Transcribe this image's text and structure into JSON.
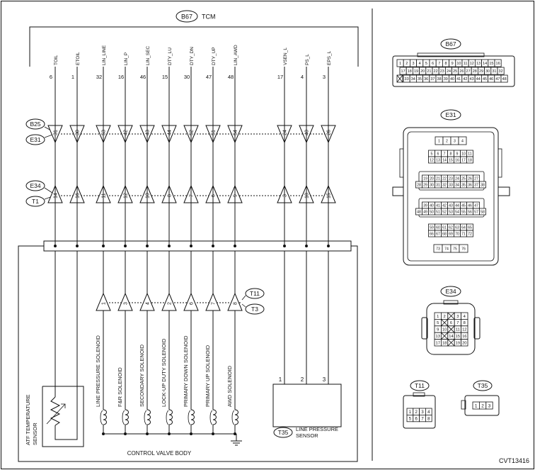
{
  "tcm": {
    "connector": "B67",
    "title": "TCM",
    "pins": [
      {
        "signal": "TOIL",
        "pin": "6",
        "b25": "31",
        "t1": "14"
      },
      {
        "signal": "ETOIL",
        "pin": "1",
        "b25": "30",
        "t1": "16"
      },
      {
        "signal": "LIN_LINE",
        "pin": "32",
        "b25": "53",
        "t1": "11"
      },
      {
        "signal": "LIN_P",
        "pin": "16",
        "b25": "42",
        "t1": "12"
      },
      {
        "signal": "LIN_SEC",
        "pin": "46",
        "b25": "43",
        "t1": "10"
      },
      {
        "signal": "DTY_LU",
        "pin": "15",
        "b25": "44",
        "t1": "8"
      },
      {
        "signal": "DTY_DN",
        "pin": "30",
        "b25": "52",
        "t1": "7"
      },
      {
        "signal": "DTY_UP",
        "pin": "47",
        "b25": "51",
        "t1": "6"
      },
      {
        "signal": "LIN_AWD",
        "pin": "48",
        "b25": "54",
        "t1": "9"
      },
      {
        "signal": "VSEN_L",
        "pin": "17",
        "b25": "24",
        "t1": "3"
      },
      {
        "signal": "PS_L",
        "pin": "4",
        "b25": "40",
        "t1": "18"
      },
      {
        "signal": "EPS_L",
        "pin": "3",
        "b25": "26",
        "t1": "15"
      }
    ]
  },
  "junctions": {
    "upper_top": "B25",
    "upper_bottom": "E31",
    "lower_top": "E34",
    "lower_bottom": "T1"
  },
  "solenoids": {
    "connector_top": "T11",
    "connector_bottom": "T3",
    "items": [
      {
        "pin": "1",
        "label": "LINE PRESSURE SOLENOID"
      },
      {
        "pin": "3",
        "label": "F&R SOLENOID"
      },
      {
        "pin": "4",
        "label": "SECONDARY SOLENOID"
      },
      {
        "pin": "2",
        "label": "LOCK-UP DUTY SOLENOID"
      },
      {
        "pin": "6",
        "label": "PRIMARY DOWN SOLENOID"
      },
      {
        "pin": "7",
        "label": "PRIMARY UP SOLENOID"
      },
      {
        "pin": "8",
        "label": "AWD SOLENOID"
      }
    ]
  },
  "atf_sensor": {
    "label_line1": "ATF TEMPERATURE",
    "label_line2": "SENSOR"
  },
  "line_pressure_sensor": {
    "connector": "T35",
    "label_line1": "LINE PRESSURE",
    "label_line2": "SENSOR",
    "pins": [
      "1",
      "2",
      "3"
    ]
  },
  "control_valve_body": "CONTROL VALVE BODY",
  "connector_views": {
    "b67": {
      "name": "B67",
      "row1": [
        "1",
        "2",
        "3",
        "4",
        "5",
        "6",
        "7",
        "8",
        "9",
        "10",
        "11",
        "12",
        "13",
        "14",
        "15",
        "16"
      ],
      "row2": [
        "17",
        "18",
        "19",
        "20",
        "21",
        "22",
        "23",
        "24",
        "25",
        "26",
        "27",
        "28",
        "29",
        "30",
        "31",
        "32"
      ],
      "row3": [
        "33",
        "34",
        "35",
        "36",
        "37",
        "38",
        "39",
        "40",
        "41",
        "42",
        "43",
        "44",
        "45",
        "46",
        "47",
        "48"
      ]
    },
    "e31": {
      "name": "E31",
      "group1": [
        [
          "1",
          "2",
          "3",
          "4"
        ]
      ],
      "group2": [
        [
          "5",
          "6",
          "7",
          "8",
          "9",
          "10",
          "11"
        ],
        [
          "12",
          "13",
          "14",
          "15",
          "16",
          "17",
          "18"
        ]
      ],
      "group3": [
        [
          "19",
          "20",
          "21",
          "22",
          "23",
          "24",
          "25",
          "26",
          "27"
        ],
        [
          "28",
          "29",
          "30",
          "31",
          "32",
          "33",
          "34",
          "35",
          "36",
          "37",
          "38"
        ]
      ],
      "group4": [
        [
          "39",
          "40",
          "41",
          "42",
          "43",
          "44",
          "45",
          "46",
          "47"
        ],
        [
          "48",
          "49",
          "50",
          "51",
          "52",
          "53",
          "54",
          "55",
          "56",
          "57",
          "58"
        ]
      ],
      "group5": [
        [
          "59",
          "60",
          "61",
          "62",
          "63",
          "64",
          "65"
        ],
        [
          "66",
          "67",
          "68",
          "69",
          "70",
          "71",
          "72"
        ]
      ],
      "group6": [
        [
          "73",
          "74",
          "75",
          "76"
        ]
      ]
    },
    "e34": {
      "name": "E34",
      "rows": [
        [
          "1",
          "2",
          "",
          "3",
          "4"
        ],
        [
          "5",
          "",
          "6",
          "7",
          "8"
        ],
        [
          "9",
          "10",
          "",
          "11",
          "12"
        ],
        [
          "13",
          "",
          "14",
          "15",
          "16"
        ],
        [
          "17",
          "18",
          "",
          "19",
          "20"
        ]
      ]
    },
    "t11": {
      "name": "T11",
      "rows": [
        [
          "1",
          "2",
          "3",
          "4"
        ],
        [
          "5",
          "6",
          "7",
          "8"
        ]
      ]
    },
    "t35": {
      "name": "T35",
      "row": [
        "1",
        "2",
        "3"
      ]
    }
  },
  "figure_code": "CVT13416"
}
